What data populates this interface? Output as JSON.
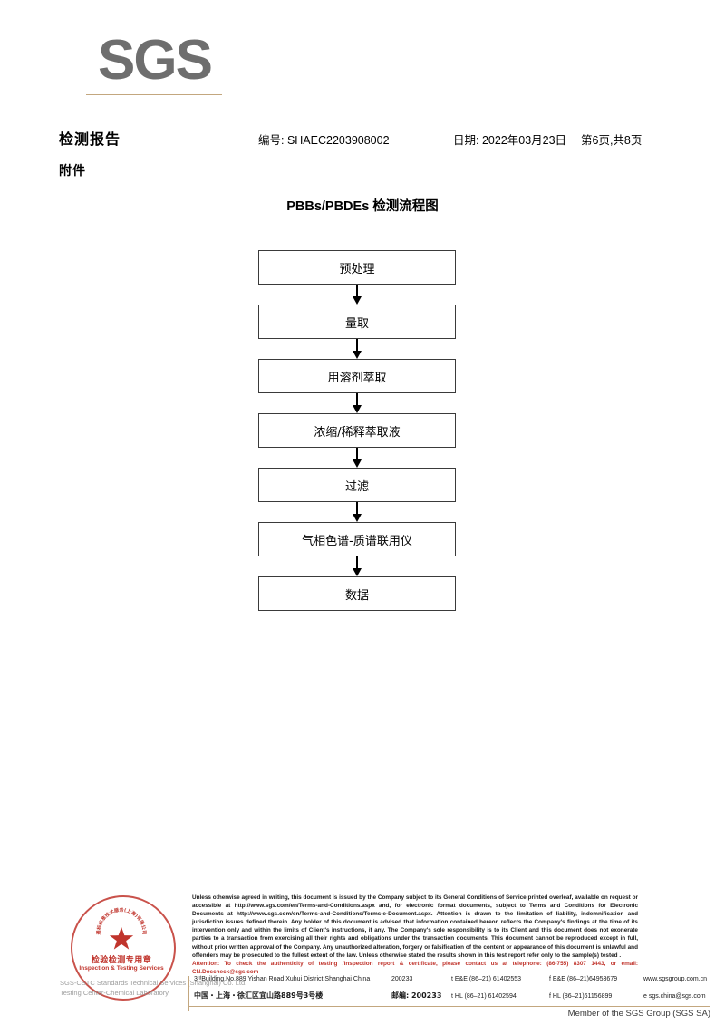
{
  "logo": {
    "text": "SGS",
    "color": "#6e6e6e",
    "rule_color": "#c3a77f"
  },
  "header": {
    "title": "检测报告",
    "attachment_label": "附件",
    "report_no": "编号: SHAEC2203908002",
    "date": "日期: 2022年03月23日",
    "page": "第6页,共8页"
  },
  "flowchart": {
    "title": "PBBs/PBDEs 检测流程图",
    "steps": [
      {
        "label": "预处理"
      },
      {
        "label": "量取"
      },
      {
        "label": "用溶剂萃取"
      },
      {
        "label": "浓缩/稀释萃取液"
      },
      {
        "label": "过滤"
      },
      {
        "label": "气相色谱-质谱联用仪"
      },
      {
        "label": "数据"
      }
    ]
  },
  "seal": {
    "color": "#c0342c",
    "cn_text": "检验检测专用章",
    "en_text": "Inspection & Testing Services",
    "arc_text": "通标标准技术服务(上海)有限公司",
    "watermark_line1": "SGS-CSTC Standards Technical Services (Shanghai) Co. Ltd.",
    "watermark_line2": "Testing Center-Chemical Laboratory."
  },
  "legal": {
    "paragraph": "Unless otherwise agreed in writing, this document is issued by the Company subject to its General Conditions of Service printed overleaf, available on request or accessible at http://www.sgs.com/en/Terms-and-Conditions.aspx and, for electronic format documents, subject to Terms and Conditions for Electronic Documents at http://www.sgs.com/en/Terms-and-Conditions/Terms-e-Document.aspx. Attention is drawn to the limitation of liability, indemnification and jurisdiction issues defined therein. Any holder of this document is advised that information contained hereon reflects the Company's findings at the time of its intervention only and within the limits of Client's instructions, if any. The Company's sole responsibility is to its Client and this document does not exonerate parties to a transaction from exercising all their rights and obligations under the transaction documents. This document cannot be reproduced except in full, without prior written approval of the Company. Any unauthorized alteration, forgery or falsification of the content or appearance of this document is unlawful and offenders may be prosecuted to the fullest extent of the law. Unless otherwise stated the results shown in this test report refer only to the sample(s) tested .",
    "attention": "Attention: To check the authenticity of testing /inspection report & certificate, please contact us at telephone: (86-755) 8307 1443, or email: CN.Doccheck@sgs.com"
  },
  "address": {
    "row_en": {
      "street": "3ʳᵈBuilding,No.889 Yishan Road Xuhui District,Shanghai China",
      "postcode": "200233",
      "phone": "t E&E (86–21) 61402553",
      "fax": "f E&E (86–21)64953679",
      "web": "www.sgsgroup.com.cn"
    },
    "row_cn": {
      "street": "中国・上海・徐汇区宜山路889号3号楼",
      "postcode_label": "邮编: 200233",
      "phone": "t HL (86–21) 61402594",
      "fax": "f HL (86–21)61156899",
      "email": "e  sgs.china@sgs.com"
    }
  },
  "footer": {
    "member": "Member of the SGS Group (SGS SA)",
    "rule_color": "#c3a77f"
  }
}
